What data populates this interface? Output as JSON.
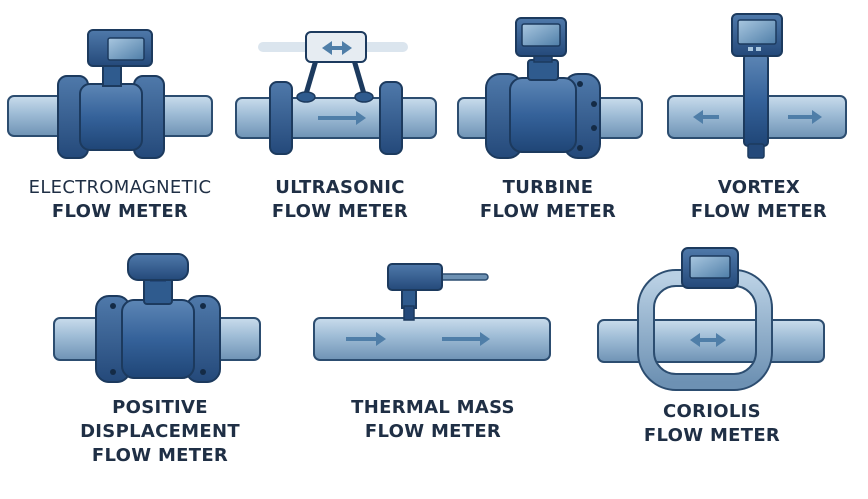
{
  "meters": [
    {
      "id": "electromagnetic",
      "lines": [
        "ELECTROMAGNETIC",
        "FLOW METER"
      ]
    },
    {
      "id": "ultrasonic",
      "lines": [
        "ULTRASONIC",
        "FLOW METER"
      ]
    },
    {
      "id": "turbine",
      "lines": [
        "TURBINE",
        "FLOW METER"
      ]
    },
    {
      "id": "vortex",
      "lines": [
        "VORTEX",
        "FLOW METER"
      ]
    },
    {
      "id": "positive-displacement",
      "lines": [
        "POSITIVE",
        "DISPLACEMENT",
        "FLOW METER"
      ]
    },
    {
      "id": "thermal-mass",
      "lines": [
        "THERMAL MASS",
        "FLOW METER"
      ]
    },
    {
      "id": "coriolis",
      "lines": [
        "CORIOLIS",
        "FLOW METER"
      ]
    }
  ],
  "icons": {
    "flow_arrow": "flow-arrow-icon",
    "bidirectional_arrow": "bidirectional-arrow-icon"
  },
  "colors": {
    "pipe": "#8fb0cc",
    "body": "#2f5b8e",
    "dark": "#1c3a5e",
    "screen": "#5f8fb8",
    "text": "#1f2f45"
  }
}
